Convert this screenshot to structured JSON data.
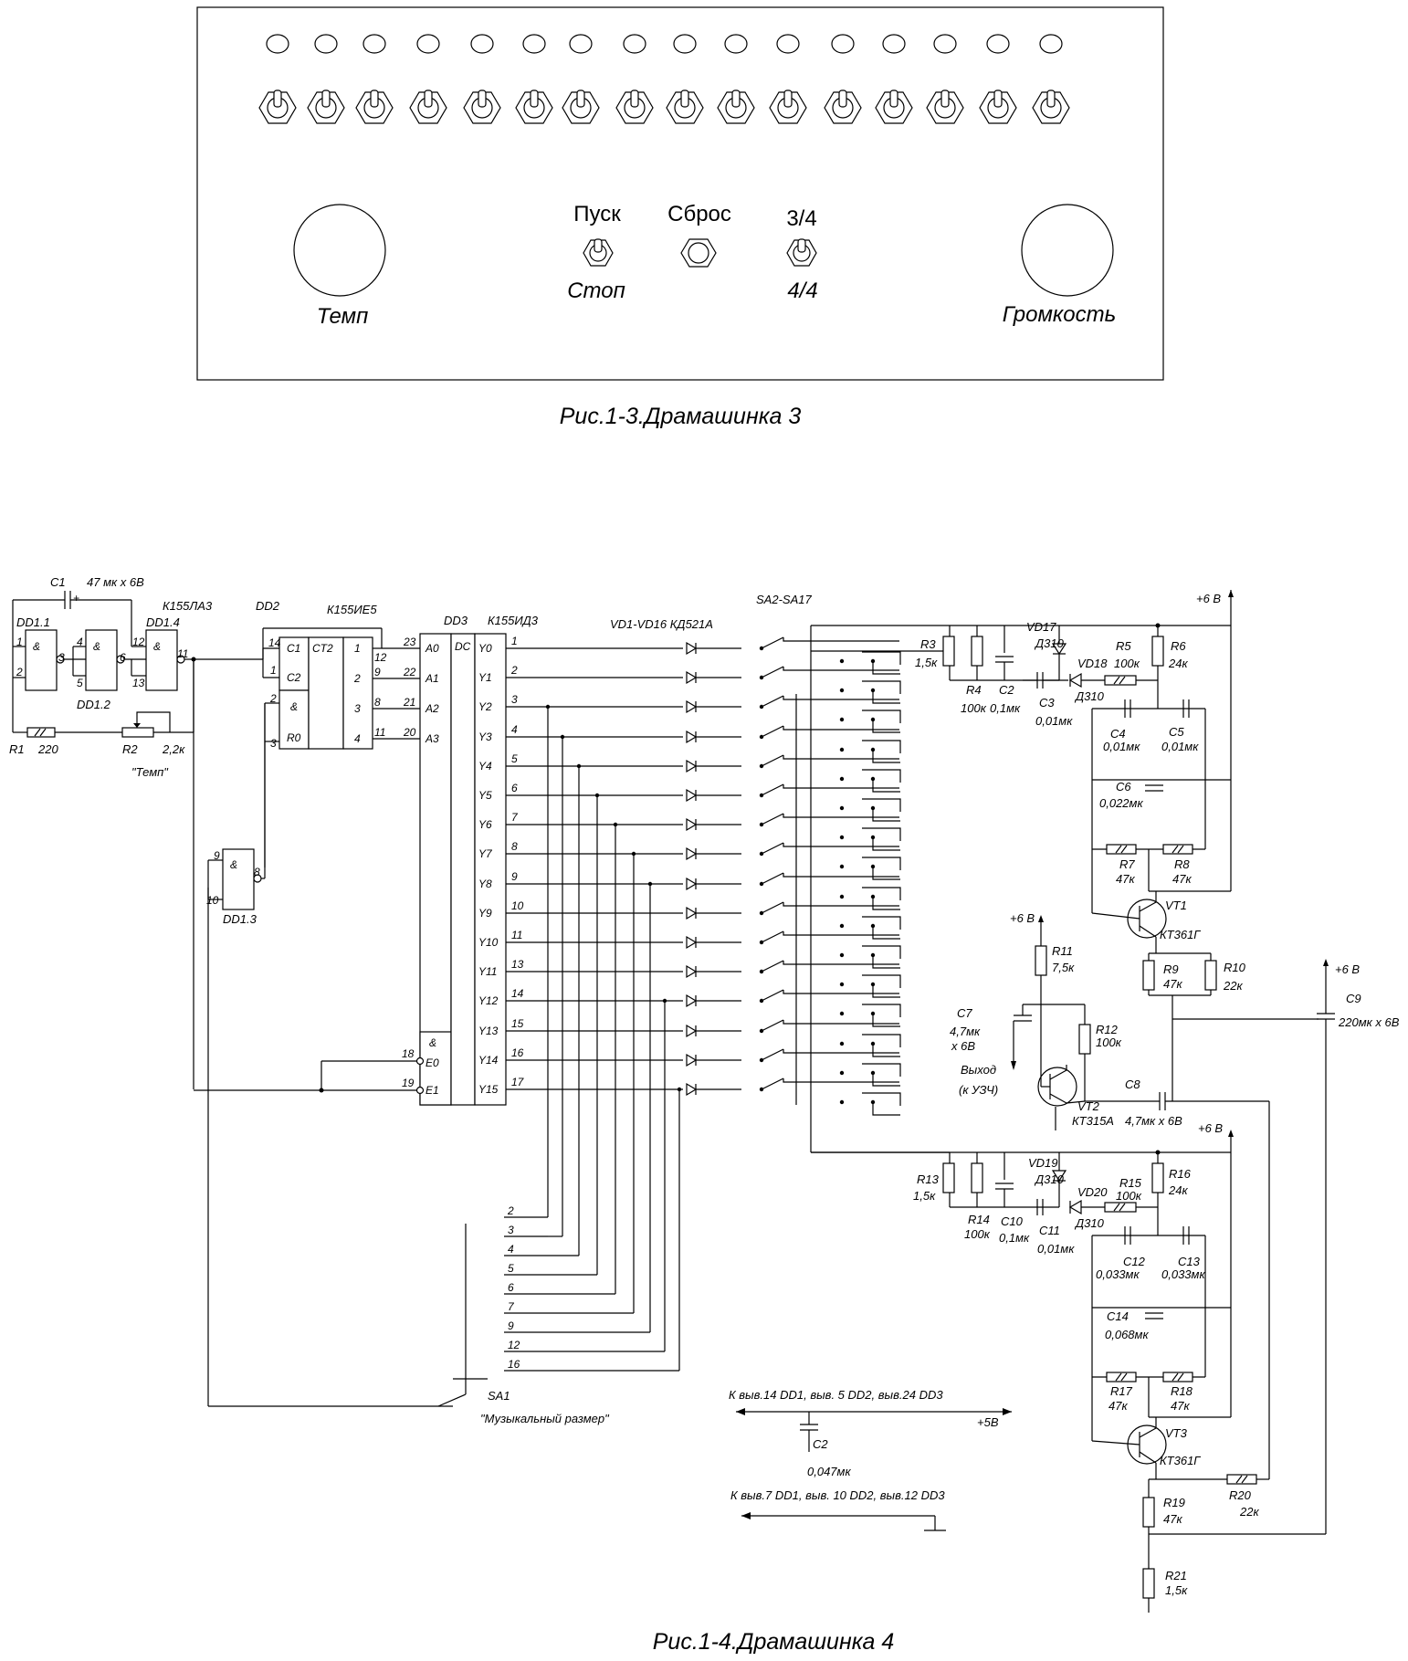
{
  "figure3": {
    "caption": "Рис.1-3.Драмашинка 3",
    "labels": {
      "tempo": "Темп",
      "volume": "Громкость",
      "start": "Пуск",
      "stop": "Стоп",
      "reset": "Сброс",
      "time_34": "3/4",
      "time_44": "4/4"
    },
    "led_count": 16,
    "toggle_count": 16
  },
  "figure4": {
    "caption": "Рис.1-4.Драмашинка 4",
    "labels": {
      "C1": "C1",
      "C1_val": "47 мк х 6В",
      "DD1_1": "DD1.1",
      "DD1_2": "DD1.2",
      "DD1_3": "DD1.3",
      "DD1_4": "DD1.4",
      "K155LA3": "К155ЛА3",
      "R1": "R1",
      "R1_val": "220",
      "R2": "R2",
      "R2_val": "2,2к",
      "tempo": "\"Темп\"",
      "DD2": "DD2",
      "K155IE5": "К155ИЕ5",
      "DD3": "DD3",
      "K155ID3": "К155ИД3",
      "VD_range": "VD1-VD16 КД521А",
      "SA_range": "SA2-SA17",
      "SA1": "SA1",
      "music_size": "\"Музыкальный размер\"",
      "R3": "R3",
      "R3_val": "1,5к",
      "R4": "R4",
      "R4_val": "100к",
      "C2a": "C2",
      "C2a_val": "0,1мк",
      "VD17": "VD17",
      "D310a": "Д310",
      "VD18": "VD18",
      "D310b": "Д310",
      "R5": "R5",
      "R5_val": "100к",
      "R6": "R6",
      "R6_val": "24к",
      "C3": "C3",
      "C3_val": "0,01мк",
      "C4": "C4",
      "C4_val": "0,01мк",
      "C5": "C5",
      "C5_val": "0,01мк",
      "C6": "C6",
      "C6_val": "0,022мк",
      "R7": "R7",
      "R7_val": "47к",
      "R8": "R8",
      "R8_val": "47к",
      "VT1": "VT1",
      "KT361G_a": "КТ361Г",
      "R9": "R9",
      "R9_val": "47к",
      "R10": "R10",
      "R10_val": "22к",
      "R11": "R11",
      "R11_val": "7,5к",
      "R12": "R12",
      "R12_val": "100к",
      "C7": "C7",
      "C7_val1": "4,7мк",
      "C7_val2": "х 6В",
      "out1": "Выход",
      "out2": "(к УЗЧ)",
      "VT2": "VT2",
      "KT315A": "КТ315А",
      "C8": "C8",
      "C8_val": "4,7мк х 6В",
      "C9": "C9",
      "C9_val": "220мк х 6В",
      "R13": "R13",
      "R13_val": "1,5к",
      "R14": "R14",
      "R14_val": "100к",
      "C10": "C10",
      "C10_val": "0,1мк",
      "VD19": "VD19",
      "D310c": "Д310",
      "VD20": "VD20",
      "D310d": "Д310",
      "R15": "R15",
      "R15_val": "100к",
      "R16": "R16",
      "R16_val": "24к",
      "C11": "C11",
      "C11_val": "0,01мк",
      "C12": "C12",
      "C12_val": "0,033мк",
      "C13": "C13",
      "C13_val": "0,033мк",
      "C14": "C14",
      "C14_val": "0,068мк",
      "R17": "R17",
      "R17_val": "47к",
      "R18": "R18",
      "R18_val": "47к",
      "VT3": "VT3",
      "KT361G_b": "КТ361Г",
      "R19": "R19",
      "R19_val": "47к",
      "R20": "R20",
      "R20_val": "22к",
      "R21": "R21",
      "R21_val": "1,5к",
      "v6": "+6 В",
      "v5": "+5В",
      "note1": "К выв.14 DD1, выв. 5 DD2, выв.24 DD3",
      "note2": "К выв.7 DD1, выв. 10 DD2, выв.12 DD3",
      "C2b": "C2",
      "C2b_val": "0,047мк",
      "and": "&",
      "ct2": "CT2",
      "dc": "DC",
      "c1": "C1",
      "c2": "C2",
      "r0": "R0",
      "e0": "E0",
      "e1": "E1"
    },
    "dd3_outputs": [
      "Y0",
      "Y1",
      "Y2",
      "Y3",
      "Y4",
      "Y5",
      "Y6",
      "Y7",
      "Y8",
      "Y9",
      "Y10",
      "Y11",
      "Y12",
      "Y13",
      "Y14",
      "Y15"
    ],
    "dd3_output_pins": [
      "1",
      "2",
      "3",
      "4",
      "5",
      "6",
      "7",
      "8",
      "9",
      "10",
      "11",
      "13",
      "14",
      "15",
      "16",
      "17"
    ],
    "dd3_inputs": [
      "A0",
      "A1",
      "A2",
      "A3"
    ],
    "dd3_input_pins": [
      "23",
      "22",
      "21",
      "20"
    ],
    "dd2_outputs": [
      "1",
      "2",
      "3",
      "4"
    ],
    "dd2_output_pins": [
      "12",
      "9",
      "8",
      "11"
    ],
    "sa1_contacts": [
      "2",
      "3",
      "4",
      "5",
      "6",
      "7",
      "9",
      "12",
      "16"
    ]
  }
}
